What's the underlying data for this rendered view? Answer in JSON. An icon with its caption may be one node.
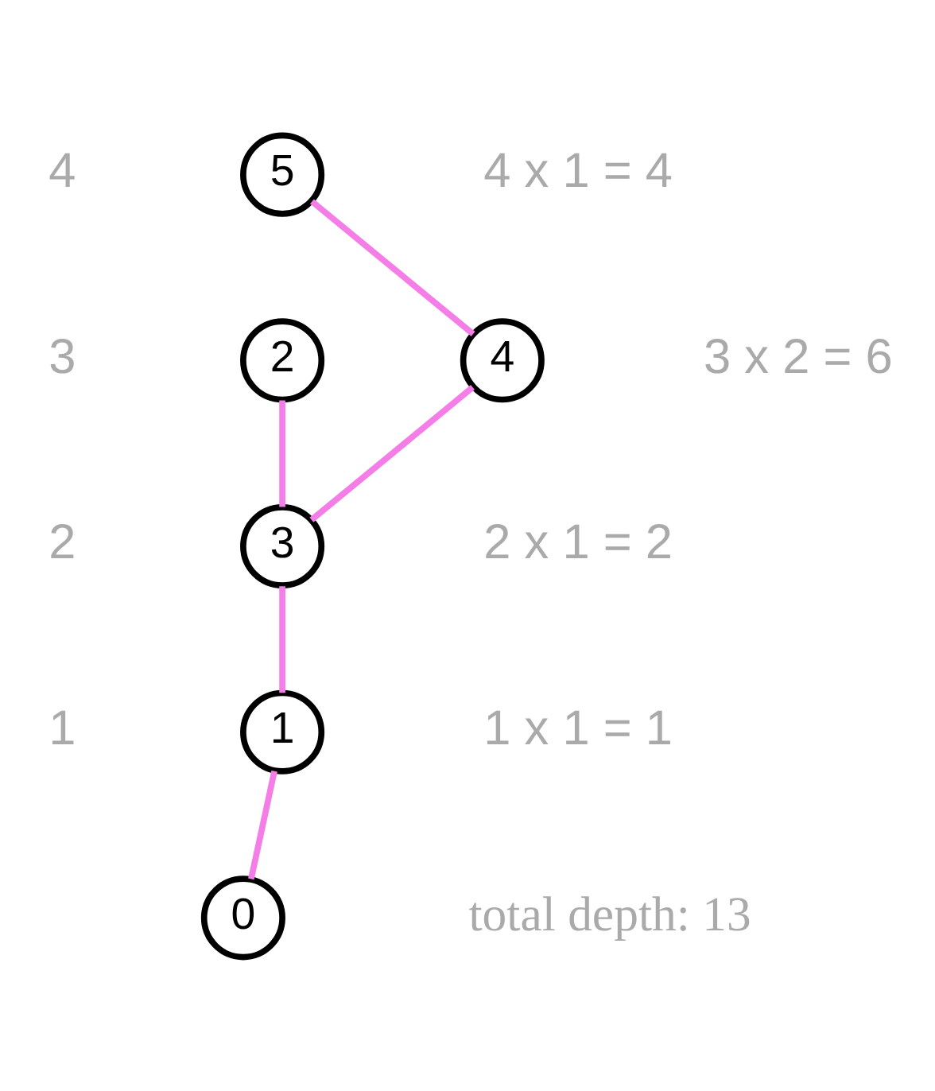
{
  "diagram": {
    "nodes": [
      {
        "text": [
          "5"
        ]
      },
      {
        "text": [
          "2"
        ]
      },
      {
        "text": [
          "4"
        ]
      },
      {
        "text": [
          "3"
        ]
      },
      {
        "text": [
          "1"
        ]
      },
      {
        "text": [
          "0"
        ]
      }
    ],
    "edges": [
      {
        "from": 0,
        "to": 2,
        "arrow": "none"
      },
      {
        "from": 2,
        "to": 3,
        "arrow": "none"
      },
      {
        "from": 1,
        "to": 3,
        "arrow": "none"
      },
      {
        "from": 3,
        "to": 4,
        "arrow": "none"
      },
      {
        "from": 4,
        "to": 5,
        "arrow": "none"
      }
    ],
    "labels": [
      "4",
      "4 x 1 = 4",
      "3",
      "3 x 2 = 6",
      "2",
      "2 x 1 = 2",
      "1",
      "1 x 1 = 1",
      "total depth: 13"
    ]
  }
}
